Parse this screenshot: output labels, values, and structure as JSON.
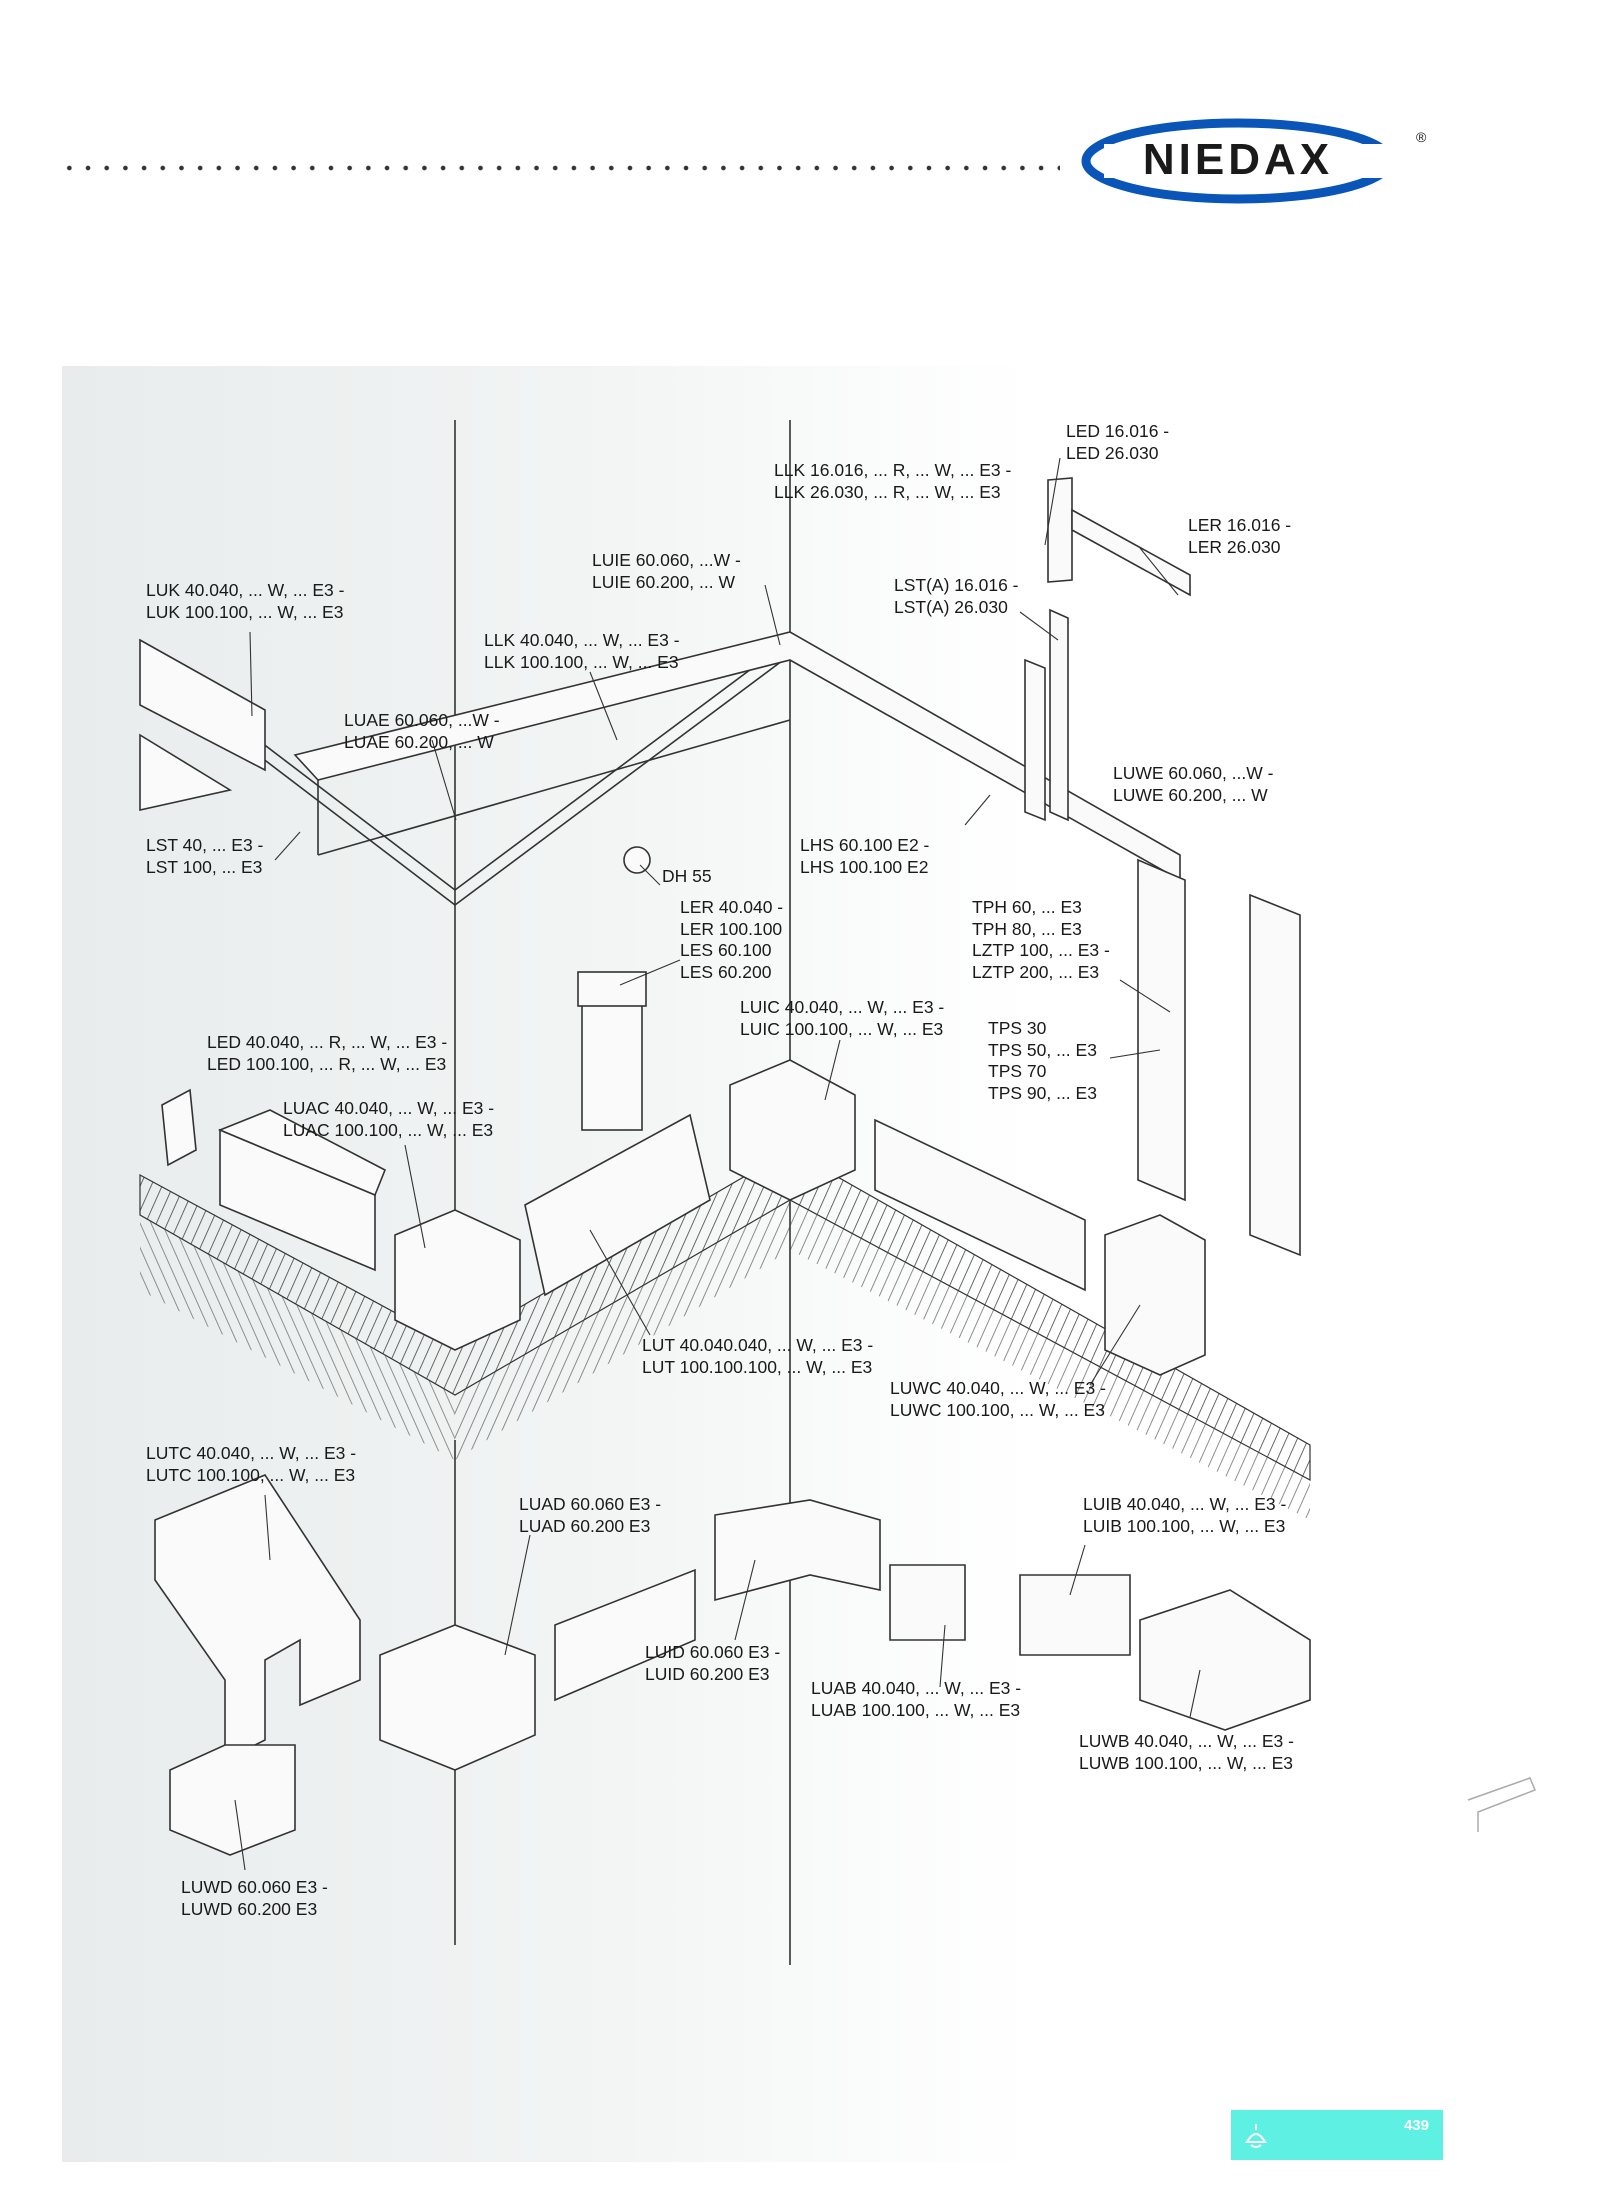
{
  "brand": {
    "name": "NIEDAX",
    "registered": "®",
    "color": "#0a55b8"
  },
  "page_number": "439",
  "accent_color": "#5ff0e4",
  "labels": [
    {
      "id": "led16",
      "lines": [
        "LED 16.016 -",
        "LED 26.030"
      ]
    },
    {
      "id": "llk16",
      "lines": [
        "LLK 16.016, ... R, ... W, ... E3 -",
        "LLK 26.030, ... R, ... W, ... E3"
      ]
    },
    {
      "id": "ler16",
      "lines": [
        "LER 16.016 -",
        "LER 26.030"
      ]
    },
    {
      "id": "luie",
      "lines": [
        "LUIE 60.060, ...W -",
        "LUIE 60.200, ... W"
      ]
    },
    {
      "id": "luk",
      "lines": [
        "LUK 40.040, ... W, ... E3 -",
        "LUK 100.100, ... W, ... E3"
      ]
    },
    {
      "id": "lsta",
      "lines": [
        "LST(A) 16.016 -",
        "LST(A) 26.030"
      ]
    },
    {
      "id": "llk40",
      "lines": [
        "LLK 40.040, ... W, ... E3 -",
        "LLK 100.100, ... W, ... E3"
      ]
    },
    {
      "id": "luae",
      "lines": [
        "LUAE 60.060, ...W -",
        "LUAE 60.200, ... W"
      ]
    },
    {
      "id": "luwe",
      "lines": [
        "LUWE 60.060, ...W -",
        "LUWE 60.200, ... W"
      ]
    },
    {
      "id": "lst40",
      "lines": [
        "LST 40, ... E3 -",
        "LST 100, ... E3"
      ]
    },
    {
      "id": "dh55",
      "lines": [
        "DH 55"
      ]
    },
    {
      "id": "lhs",
      "lines": [
        "LHS 60.100 E2 -",
        "LHS 100.100 E2"
      ]
    },
    {
      "id": "ler40",
      "lines": [
        "LER 40.040 -",
        "LER 100.100",
        "LES 60.100",
        "LES 60.200"
      ]
    },
    {
      "id": "tph",
      "lines": [
        "TPH 60, ... E3",
        "TPH 80, ... E3",
        "LZTP 100, ... E3 -",
        "LZTP 200, ... E3"
      ]
    },
    {
      "id": "luic",
      "lines": [
        "LUIC 40.040, ... W, ... E3 -",
        "LUIC 100.100, ... W, ... E3"
      ]
    },
    {
      "id": "tps",
      "lines": [
        "TPS 30",
        "TPS 50, ... E3",
        "TPS 70",
        "TPS 90, ... E3"
      ]
    },
    {
      "id": "led40",
      "lines": [
        "LED 40.040, ... R, ... W, ... E3 -",
        "LED 100.100, ... R, ... W, ... E3"
      ]
    },
    {
      "id": "luac",
      "lines": [
        "LUAC 40.040, ... W, ... E3 -",
        "LUAC 100.100, ... W, ... E3"
      ]
    },
    {
      "id": "lut",
      "lines": [
        "LUT 40.040.040, ... W, ... E3 -",
        "LUT 100.100.100, ... W, ... E3"
      ]
    },
    {
      "id": "luwc",
      "lines": [
        "LUWC 40.040, ... W, ... E3 -",
        "LUWC 100.100, ... W, ... E3"
      ]
    },
    {
      "id": "lutc",
      "lines": [
        "LUTC 40.040, ... W, ... E3 -",
        "LUTC 100.100, ... W, ... E3"
      ]
    },
    {
      "id": "luad",
      "lines": [
        "LUAD 60.060 E3 -",
        "LUAD 60.200 E3"
      ]
    },
    {
      "id": "luib",
      "lines": [
        "LUIB 40.040, ... W, ... E3 -",
        "LUIB 100.100, ... W, ... E3"
      ]
    },
    {
      "id": "luid",
      "lines": [
        "LUID 60.060 E3 -",
        "LUID 60.200 E3"
      ]
    },
    {
      "id": "luab",
      "lines": [
        "LUAB 40.040, ... W, ... E3 -",
        "LUAB 100.100, ... W, ... E3"
      ]
    },
    {
      "id": "luwb",
      "lines": [
        "LUWB 40.040, ... W, ... E3 -",
        "LUWB 100.100, ... W, ... E3"
      ]
    },
    {
      "id": "luwd",
      "lines": [
        "LUWD 60.060 E3 -",
        "LUWD 60.200 E3"
      ]
    }
  ]
}
